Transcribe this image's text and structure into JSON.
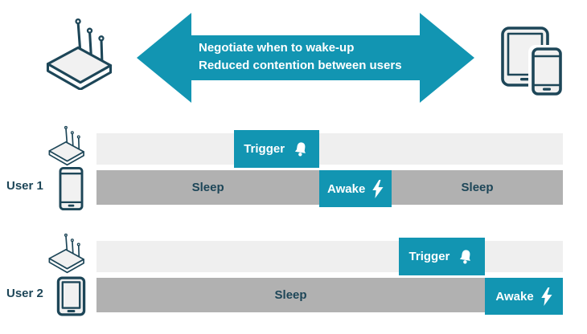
{
  "palette": {
    "teal": "#1295b2",
    "bar_light": "#efefef",
    "bar_gray": "#b1b1b1",
    "text_dark": "#1d4658",
    "icon_outline": "#1d4658"
  },
  "header": {
    "left_icon": "router-icon",
    "right_icon": "tablet-phone-icon",
    "arrow_icon": "double-headed-arrow-icon",
    "line1": "Negotiate when to wake-up",
    "line2": "Reduced contention between users"
  },
  "timeline": {
    "users": [
      {
        "label": "User 1",
        "ap_icon": "router-icon",
        "device_icon": "smartphone-icon",
        "ap_bar": {
          "segments": [
            {
              "type": "trigger",
              "label": "Trigger",
              "icon": "bell-icon",
              "start_pct": 29.5,
              "end_pct": 47.8
            }
          ]
        },
        "device_bar": {
          "segments": [
            {
              "type": "sleep",
              "label": "Sleep",
              "start_pct": 0,
              "end_pct": 47.8
            },
            {
              "type": "awake",
              "label": "Awake",
              "icon": "lightning-icon",
              "start_pct": 47.8,
              "end_pct": 63.3
            },
            {
              "type": "sleep",
              "label": "Sleep",
              "start_pct": 63.3,
              "end_pct": 100
            }
          ]
        }
      },
      {
        "label": "User 2",
        "ap_icon": "router-icon",
        "device_icon": "tablet-icon",
        "ap_bar": {
          "segments": [
            {
              "type": "trigger",
              "label": "Trigger",
              "icon": "bell-icon",
              "start_pct": 64.8,
              "end_pct": 83.3
            }
          ]
        },
        "device_bar": {
          "segments": [
            {
              "type": "sleep",
              "label": "Sleep",
              "start_pct": 0,
              "end_pct": 83.3
            },
            {
              "type": "awake",
              "label": "Awake",
              "icon": "lightning-icon",
              "start_pct": 83.3,
              "end_pct": 100
            }
          ]
        }
      }
    ]
  }
}
